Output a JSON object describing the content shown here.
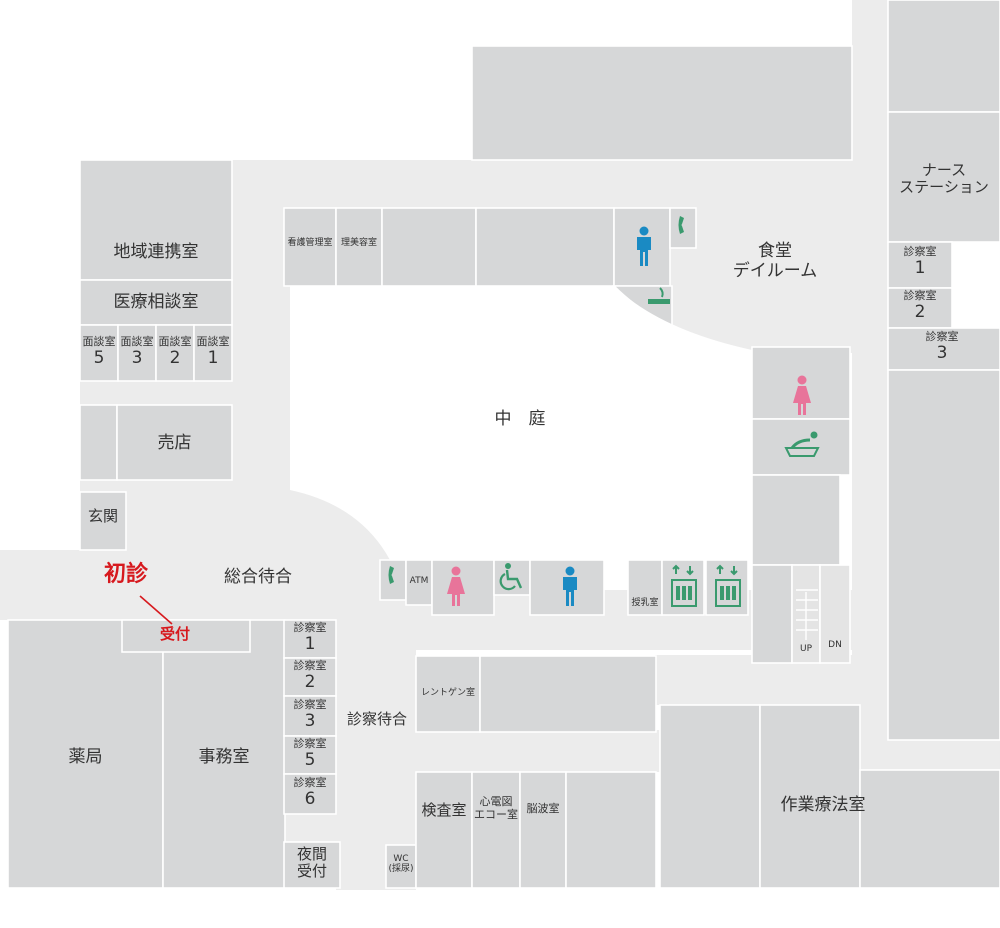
{
  "labels": {
    "community_room": "地域連携室",
    "medical_consult": "医療相談室",
    "interview_room": "面談室",
    "interview_5": "5",
    "interview_3": "3",
    "interview_2": "2",
    "interview_1": "1",
    "shop": "売店",
    "entrance": "玄関",
    "first_visit": "初診",
    "reception": "受付",
    "general_waiting": "総合待合",
    "nursing_admin": "看護管理室",
    "barber": "理美容室",
    "courtyard": "中　庭",
    "dining": "食堂",
    "dayroom": "デイルーム",
    "nurse_station_1": "ナース",
    "nurse_station_2": "ステーション",
    "exam_room": "診察室",
    "exam_e1": "1",
    "exam_e2": "2",
    "exam_e3": "3",
    "atm": "ATM",
    "nursing_room": "授乳室",
    "up": "UP",
    "dn": "DN",
    "exam_w1": "1",
    "exam_w2": "2",
    "exam_w3": "3",
    "exam_w5": "5",
    "exam_w6": "6",
    "exam_waiting": "診察待合",
    "xray": "レントゲン室",
    "pharmacy": "薬局",
    "office": "事務室",
    "lab": "検査室",
    "ecg_1": "心電図",
    "ecg_2": "エコー室",
    "eeg": "脳波室",
    "ot": "作業療法室",
    "night_1": "夜間",
    "night_2": "受付",
    "wc": "WC",
    "wc_sub": "(採尿)"
  },
  "colors": {
    "room": "#d6d7d8",
    "corridor": "#ececec",
    "text": "#333333",
    "accent_red": "#d7191e",
    "male_blue": "#1a8ac3",
    "female_pink": "#e8749a",
    "facility_green": "#3a9a6e"
  },
  "icons": {
    "phone": "phone-icon",
    "smoking": "smoking-area-icon",
    "male": "male-toilet-icon",
    "female": "female-toilet-icon",
    "accessible": "accessible-toilet-icon",
    "elevator": "elevator-icon",
    "stairs": "stairs-icon",
    "bath": "bath-icon"
  }
}
